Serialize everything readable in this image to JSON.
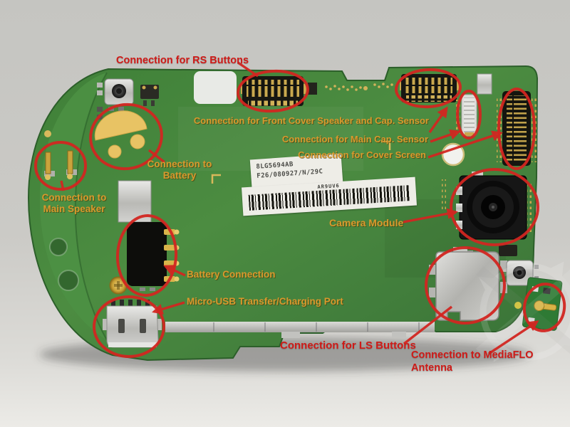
{
  "title": "Annotated phone mainboard connection diagram",
  "palette": {
    "background_gray": "#c9c8c4",
    "board_green": "#428339",
    "annotation_red": "#d22621",
    "label_orange": "#d9992d",
    "gold": "#c9a84e"
  },
  "labels": {
    "rs_buttons": "Connection for RS Buttons",
    "front_cover": "Connection for Front Cover Speaker and Cap. Sensor",
    "main_cap": "Connection for Main Cap. Sensor",
    "cover_screen": "Connection for Cover Screen",
    "battery_pads": "Connection to\nBattery",
    "main_speaker": "Connection to\nMain Speaker",
    "camera": "Camera Module",
    "battery_conn": "Battery Connection",
    "micro_usb": "Micro-USB Transfer/Charging Port",
    "ls_buttons": "Connection for LS Buttons",
    "mediaflo": "Connection to MediaFLO Antenna"
  },
  "stickers": {
    "serial_line1": "8LG5694AB",
    "serial_line2": "F26/080927/N/29C",
    "barcode_label": "AR9UV6"
  }
}
